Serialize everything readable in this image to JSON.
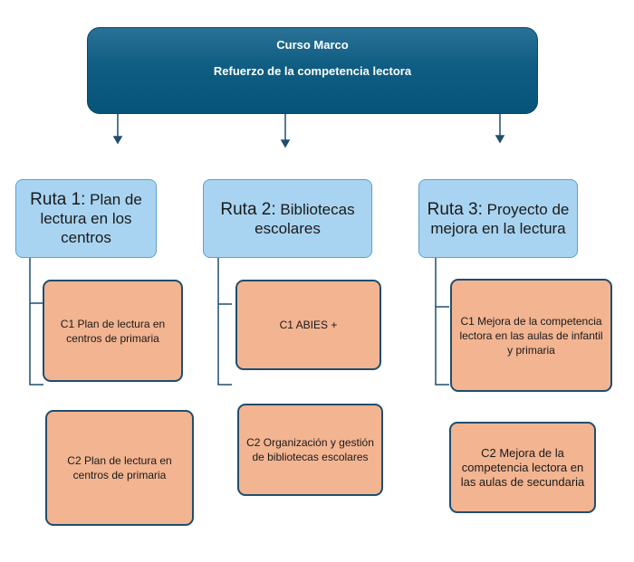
{
  "header": {
    "line1": "Curso Marco",
    "line2": "Refuerzo de la competencia lectora"
  },
  "routes": [
    {
      "num": "Ruta 1:",
      "title": " Plan de lectura en los centros",
      "courses": [
        "C1 Plan de lectura en centros de primaria",
        "C2 Plan de lectura en centros de primaria"
      ]
    },
    {
      "num": "Ruta 2:",
      "title": " Bibliotecas escolares",
      "courses": [
        "C1 ABIES +",
        "C2 Organización y gestión de bibliotecas escolares"
      ]
    },
    {
      "num": "Ruta 3:",
      "title": " Proyecto de mejora en la lectura",
      "courses": [
        "C1 Mejora de la competencia lectora en las aulas de infantil y primaria",
        "C2 Mejora de la competencia lectora en las aulas de secundaria"
      ]
    }
  ],
  "colors": {
    "header_bg": "#0f5d82",
    "route_bg": "#a9d4f1",
    "course_bg": "#f2b491",
    "connector": "#1f4e6e"
  }
}
